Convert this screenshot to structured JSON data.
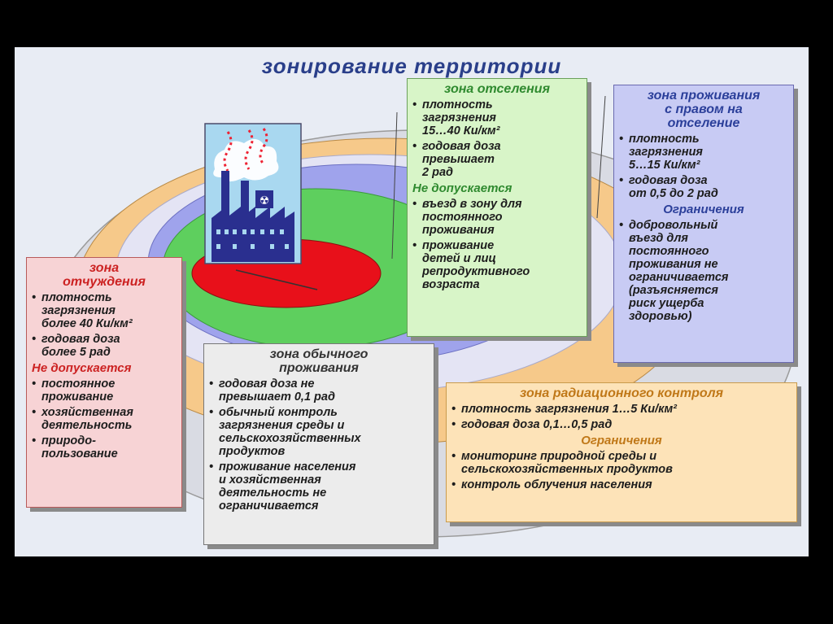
{
  "title": "зонирование территории",
  "zones": {
    "otchuzhdeniya": {
      "title": "зона\nотчуждения",
      "items1": [
        "плотность\nзагрязнения\nболее 40 Ки/км²",
        "годовая доза\nболее 5 рад"
      ],
      "subheading": "Не допускается",
      "items2": [
        "постоянное\nпроживание",
        "хозяйственная\nдеятельность",
        "природо-\nпользование"
      ]
    },
    "otseleniya": {
      "title": "зона отселения",
      "items1": [
        "плотность\nзагрязнения\n15…40 Ки/км²",
        "годовая доза\nпревышает\n2 рад"
      ],
      "subheading": "Не допускается",
      "items2": [
        "въезд в зону для\nпостоянного\nпроживания",
        "проживание\nдетей и лиц\nрепродуктивного\nвозраста"
      ]
    },
    "pravo_otselenie": {
      "title": "зона проживания\nс правом на\nотселение",
      "items1": [
        "плотность\nзагрязнения\n5…15 Ки/км²",
        "годовая доза\nот 0,5 до 2 рад"
      ],
      "subheading": "Ограничения",
      "items2": [
        "добровольный\nвъезд для\nпостоянного\nпроживания не\nограничивается\n(разъясняется\nриск ущерба\nздоровью)"
      ]
    },
    "obychnogo": {
      "title": "зона обычного\nпроживания",
      "items": [
        "годовая доза не\nпревышает 0,1 рад",
        "обычный контроль\nзагрязнения среды и\nсельскохозяйственных\nпродуктов",
        "проживание населения\nи хозяйственная\nдеятельность не\nограничивается"
      ]
    },
    "radiatsionnogo": {
      "title": "зона радиационного контроля",
      "items1": [
        "плотность загрязнения 1…5 Ки/км²",
        "годовая доза 0,1…0,5 рад"
      ],
      "subheading": "Ограничения",
      "items2": [
        "мониторинг природной среды и\nсельскохозяйственных продуктов",
        "контроль облучения населения"
      ]
    }
  },
  "colors": {
    "outer_ring": "#d9dbe3",
    "orange_ring": "#f6c98a",
    "blue_ring": "#9fa3ec",
    "green_ring": "#5ecf5e",
    "red_core": "#e8101a",
    "factory_sky": "#a9d8f0",
    "factory_blue": "#2a2f8f"
  }
}
